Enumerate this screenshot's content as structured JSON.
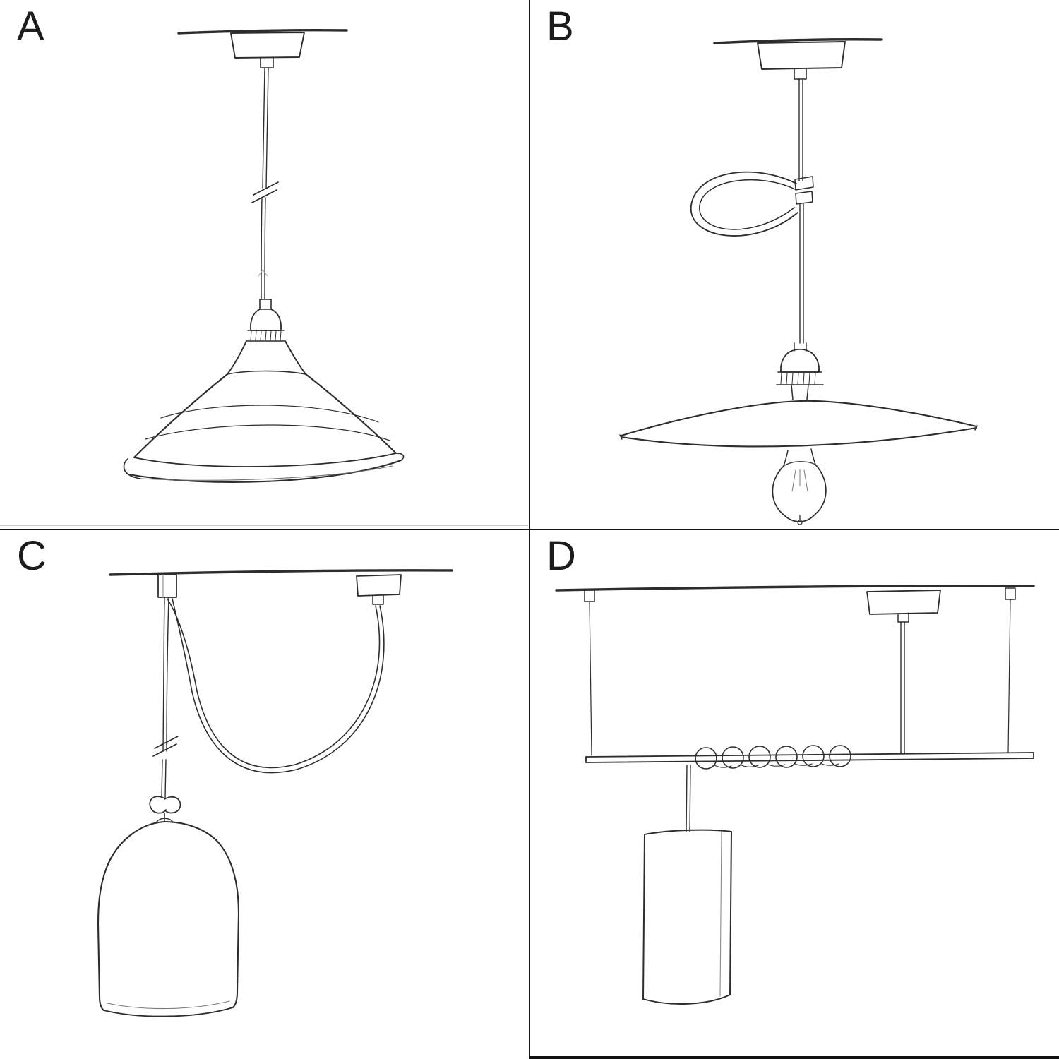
{
  "title": "Pendant lamp hanging options sketch sheet",
  "panels": {
    "a": {
      "label": "A"
    },
    "b": {
      "label": "B"
    },
    "c": {
      "label": "C"
    },
    "d": {
      "label": "D"
    }
  },
  "figures": {
    "a": "straight-drop-pendant-with-deep-industrial-shade",
    "b": "pendant-with-cable-tensioner-loop-flat-plate-shade-and-exposed-bulb",
    "c": "swag-pendant-draped-to-ceiling-hook-with-bell-dome-shade",
    "d": "suspended-bar-with-wrapped-cable-and-cylinder-tube-shade"
  },
  "colors": {
    "ink": "#2d2d2d",
    "faint_ink": "#9a9a9a",
    "divider": "#161616",
    "background": "#ffffff"
  }
}
